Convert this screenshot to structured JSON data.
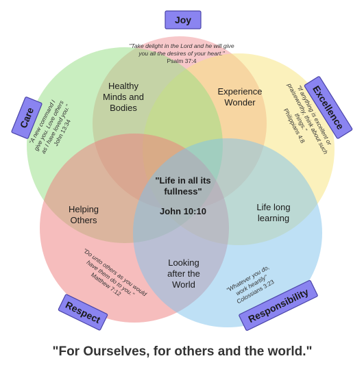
{
  "colors": {
    "joy": "#f19a9e",
    "excellence": "#f7e37a",
    "responsibility": "#7ec1ec",
    "respect": "#ee7c7c",
    "care": "#93de82",
    "tag_fill": "#8a84f0",
    "tag_stroke": "#4a44a8"
  },
  "values": {
    "joy": "Joy",
    "excellence": "Excellence",
    "responsibility": "Responsibility",
    "respect": "Respect",
    "care": "Care"
  },
  "quotes": {
    "joy": {
      "line1": "\"Take delight in the Lord and he will give",
      "line2": "you all the desires of your heart.\"",
      "ref": "Psalm 37:4"
    },
    "excellence": {
      "line1": "\"If anything is excellent or",
      "line2": "praiseworthy, think about such",
      "line3": "things.\"",
      "ref": "Philippians 4:8"
    },
    "responsibility": {
      "line1": "\"Whatever you do,",
      "line2": "work heartily\"",
      "ref": "Colossians 3:23"
    },
    "respect": {
      "line1": "\"Do unto others as you would",
      "line2": "have them do to you.\"",
      "ref": "Matthew 7:12"
    },
    "care": {
      "line1": "\"A new command I",
      "line2": "give you. Love others",
      "line3": "as I have loved you.\"",
      "ref": "John 13:34"
    }
  },
  "regions": {
    "healthy": {
      "line1": "Healthy",
      "line2": "Minds and",
      "line3": "Bodies"
    },
    "wonder": {
      "line1": "Experience",
      "line2": "Wonder"
    },
    "helping": {
      "line1": "Helping",
      "line2": "Others"
    },
    "lifelong": {
      "line1": "Life long",
      "line2": "learning"
    },
    "world": {
      "line1": "Looking",
      "line2": "after the",
      "line3": "World"
    }
  },
  "center": {
    "line1": "\"Life in all its",
    "line2": "fullness\"",
    "ref": "John 10:10"
  },
  "tagline": "\"For Ourselves, for others and the world.\""
}
